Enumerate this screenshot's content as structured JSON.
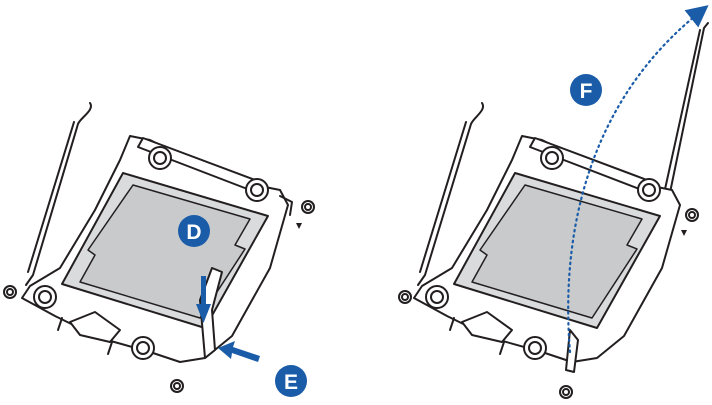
{
  "diagram": {
    "steps": [
      {
        "id": "D",
        "label": "D"
      },
      {
        "id": "E",
        "label": "E"
      },
      {
        "id": "F",
        "label": "F"
      }
    ]
  },
  "colors": {
    "step_badge": "#1a5ca8",
    "arrow": "#1a5ca8",
    "outline": "#231f20",
    "socket_fill": "#ffffff",
    "cover_fill": "#d9dbdd",
    "cover_inner": "#c8cacc"
  },
  "icons": {
    "press_arrow": "arrow-down-icon",
    "push_arrow": "arrow-left-icon",
    "lift_path": "dotted-arc-arrow-icon"
  }
}
